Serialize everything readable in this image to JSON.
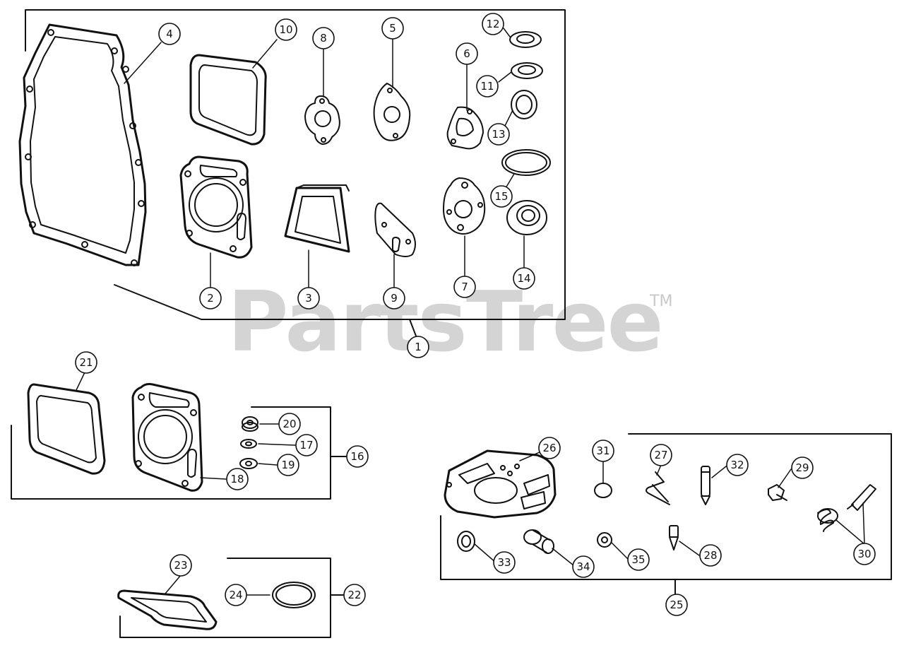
{
  "watermark": {
    "brand": "PartsTree",
    "tm": "TM"
  },
  "callouts": {
    "c1": "1",
    "c2": "2",
    "c3": "3",
    "c4": "4",
    "c5": "5",
    "c6": "6",
    "c7": "7",
    "c8": "8",
    "c9": "9",
    "c10": "10",
    "c11": "11",
    "c12": "12",
    "c13": "13",
    "c14": "14",
    "c15": "15",
    "c16": "16",
    "c17": "17",
    "c18": "18",
    "c19": "19",
    "c20": "20",
    "c21": "21",
    "c22": "22",
    "c23": "23",
    "c24": "24",
    "c25": "25",
    "c26": "26",
    "c27": "27",
    "c28": "28",
    "c29": "29",
    "c30": "30",
    "c31": "31",
    "c32": "32",
    "c33": "33",
    "c34": "34",
    "c35": "35"
  }
}
